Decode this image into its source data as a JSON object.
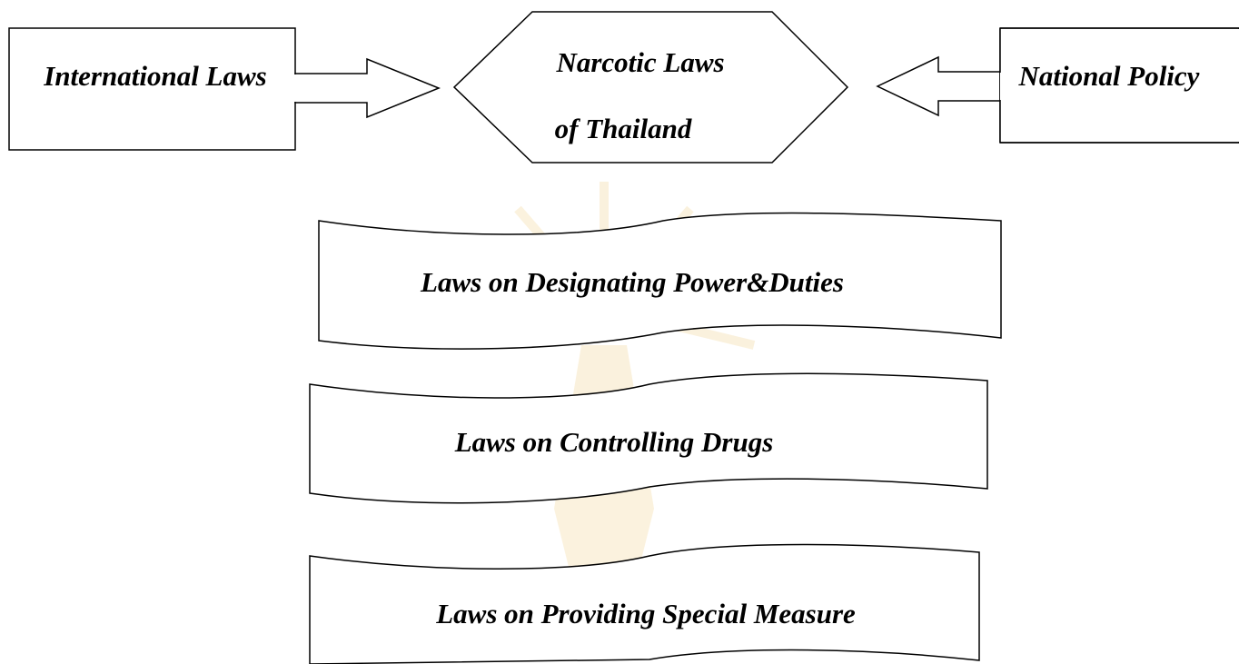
{
  "diagram": {
    "sources": {
      "international_laws": "International Laws",
      "national_policy": "National Policy"
    },
    "center": {
      "line1": "Narcotic Laws",
      "line2": "of Thailand"
    },
    "categories": [
      {
        "label": "Laws on Designating Power&Duties"
      },
      {
        "label": "Laws on Controlling Drugs"
      },
      {
        "label": "Laws on Providing Special Measure"
      }
    ]
  },
  "colors": {
    "stroke": "#000000",
    "background": "#ffffff",
    "watermark": "#f3d9a0"
  }
}
